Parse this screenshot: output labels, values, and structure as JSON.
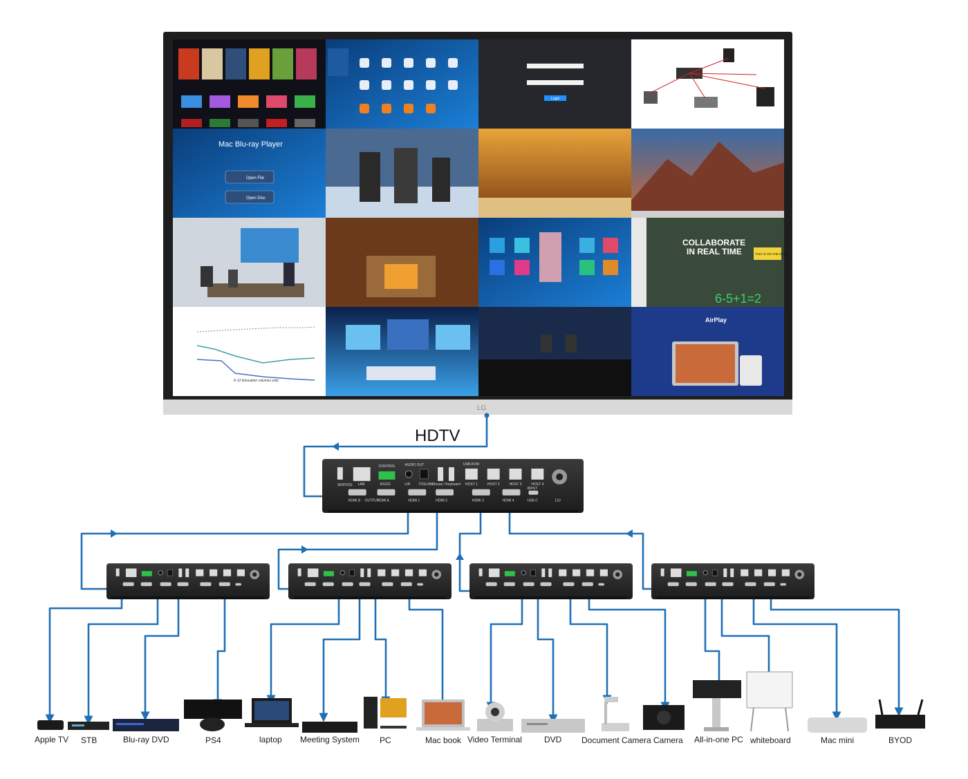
{
  "monitor": {
    "brand": "LG",
    "caption": "HDTV",
    "tiles": {
      "bluray_title": "Mac Blu-ray Player",
      "bluray_open_file": "Open File",
      "bluray_open_disc": "Open Disc",
      "collab_title_1": "COLLABORATE",
      "collab_title_2": "IN REAL TIME",
      "collab_badge": "THIS IS ON THE EXAM",
      "collab_math": "6-5+1=2",
      "airplay": "AirPlay",
      "chart_caption": "K-12 Education volumes only",
      "login_button": "Login"
    }
  },
  "main_switch": {
    "top_labels": [
      "SERVICE",
      "LAN",
      "CONTROL",
      "RS232",
      "AUDIO OUT",
      "L/R",
      "TOSLINK",
      "Mouse / Keyboard",
      "USB-KVM",
      "HOST 1",
      "HOST 2",
      "HOST 3",
      "HOST 4"
    ],
    "bottom_labels": [
      "HDMI B",
      "OUTPUT",
      "HDMI A",
      "HDMI 1",
      "HDMI 2",
      "HDMI 3",
      "HDMI 4",
      "INPUT",
      "USB-C",
      "12V"
    ]
  },
  "devices": [
    {
      "label": "Apple TV",
      "icon": "apple-tv-icon"
    },
    {
      "label": "STB",
      "icon": "set-top-box-icon"
    },
    {
      "label": "Blu-ray DVD",
      "icon": "bluray-player-icon"
    },
    {
      "label": "PS4",
      "icon": "game-console-icon"
    },
    {
      "label": "laptop",
      "icon": "laptop-icon"
    },
    {
      "label": "Meeting System",
      "icon": "meeting-system-icon"
    },
    {
      "label": "PC",
      "icon": "desktop-pc-icon"
    },
    {
      "label": "Mac book",
      "icon": "macbook-icon"
    },
    {
      "label": "Video Terminal",
      "icon": "ptz-camera-icon"
    },
    {
      "label": "DVD",
      "icon": "dvd-player-icon"
    },
    {
      "label": "Document Camera",
      "icon": "document-camera-icon"
    },
    {
      "label": "Camera",
      "icon": "camcorder-icon"
    },
    {
      "label": "All-in-one PC",
      "icon": "kiosk-icon"
    },
    {
      "label": "whiteboard",
      "icon": "whiteboard-icon"
    },
    {
      "label": "Mac mini",
      "icon": "mac-mini-icon"
    },
    {
      "label": "BYOD",
      "icon": "wireless-router-icon"
    }
  ],
  "colors": {
    "cable": "#1f6fb5",
    "switch_body": "#2b2b2b",
    "monitor_bezel": "#1e1e1e"
  }
}
